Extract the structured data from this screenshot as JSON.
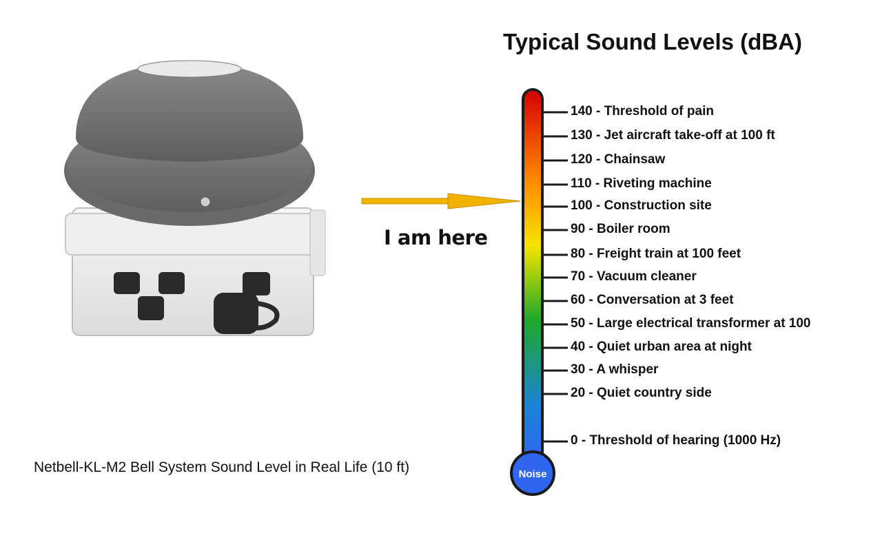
{
  "title": "Typical Sound Levels (dBA)",
  "caption": "Netbell-KL-M2 Bell System Sound Level in Real Life (10 ft)",
  "pointer_label": "I am here",
  "bulb_label": "Noise",
  "colors": {
    "top": "#d40000",
    "orange": "#ff8c00",
    "yellow": "#f7e400",
    "green": "#1ea82a",
    "blue": "#2e66f0",
    "arrow": "#f2b300"
  },
  "scale": [
    {
      "db": 140,
      "label": "140 - Threshold of pain"
    },
    {
      "db": 130,
      "label": "130 - Jet aircraft take-off at 100 ft"
    },
    {
      "db": 120,
      "label": "120 - Chainsaw"
    },
    {
      "db": 110,
      "label": "110 -  Riveting machine"
    },
    {
      "db": 100,
      "label": "100 - Construction site"
    },
    {
      "db": 90,
      "label": "90 - Boiler room"
    },
    {
      "db": 80,
      "label": " 80 - Freight train at 100 feet"
    },
    {
      "db": 70,
      "label": "70 - Vacuum cleaner"
    },
    {
      "db": 60,
      "label": "60 - Conversation at 3 feet"
    },
    {
      "db": 50,
      "label": "50 - Large electrical transformer at 100"
    },
    {
      "db": 40,
      "label": "40 - Quiet urban area at night"
    },
    {
      "db": 30,
      "label": "30 - A whisper"
    },
    {
      "db": 20,
      "label": "20 - Quiet country side"
    },
    {
      "db": 0,
      "label": "0 - Threshold of hearing (1000 Hz)"
    }
  ],
  "pointer_db": 100
}
